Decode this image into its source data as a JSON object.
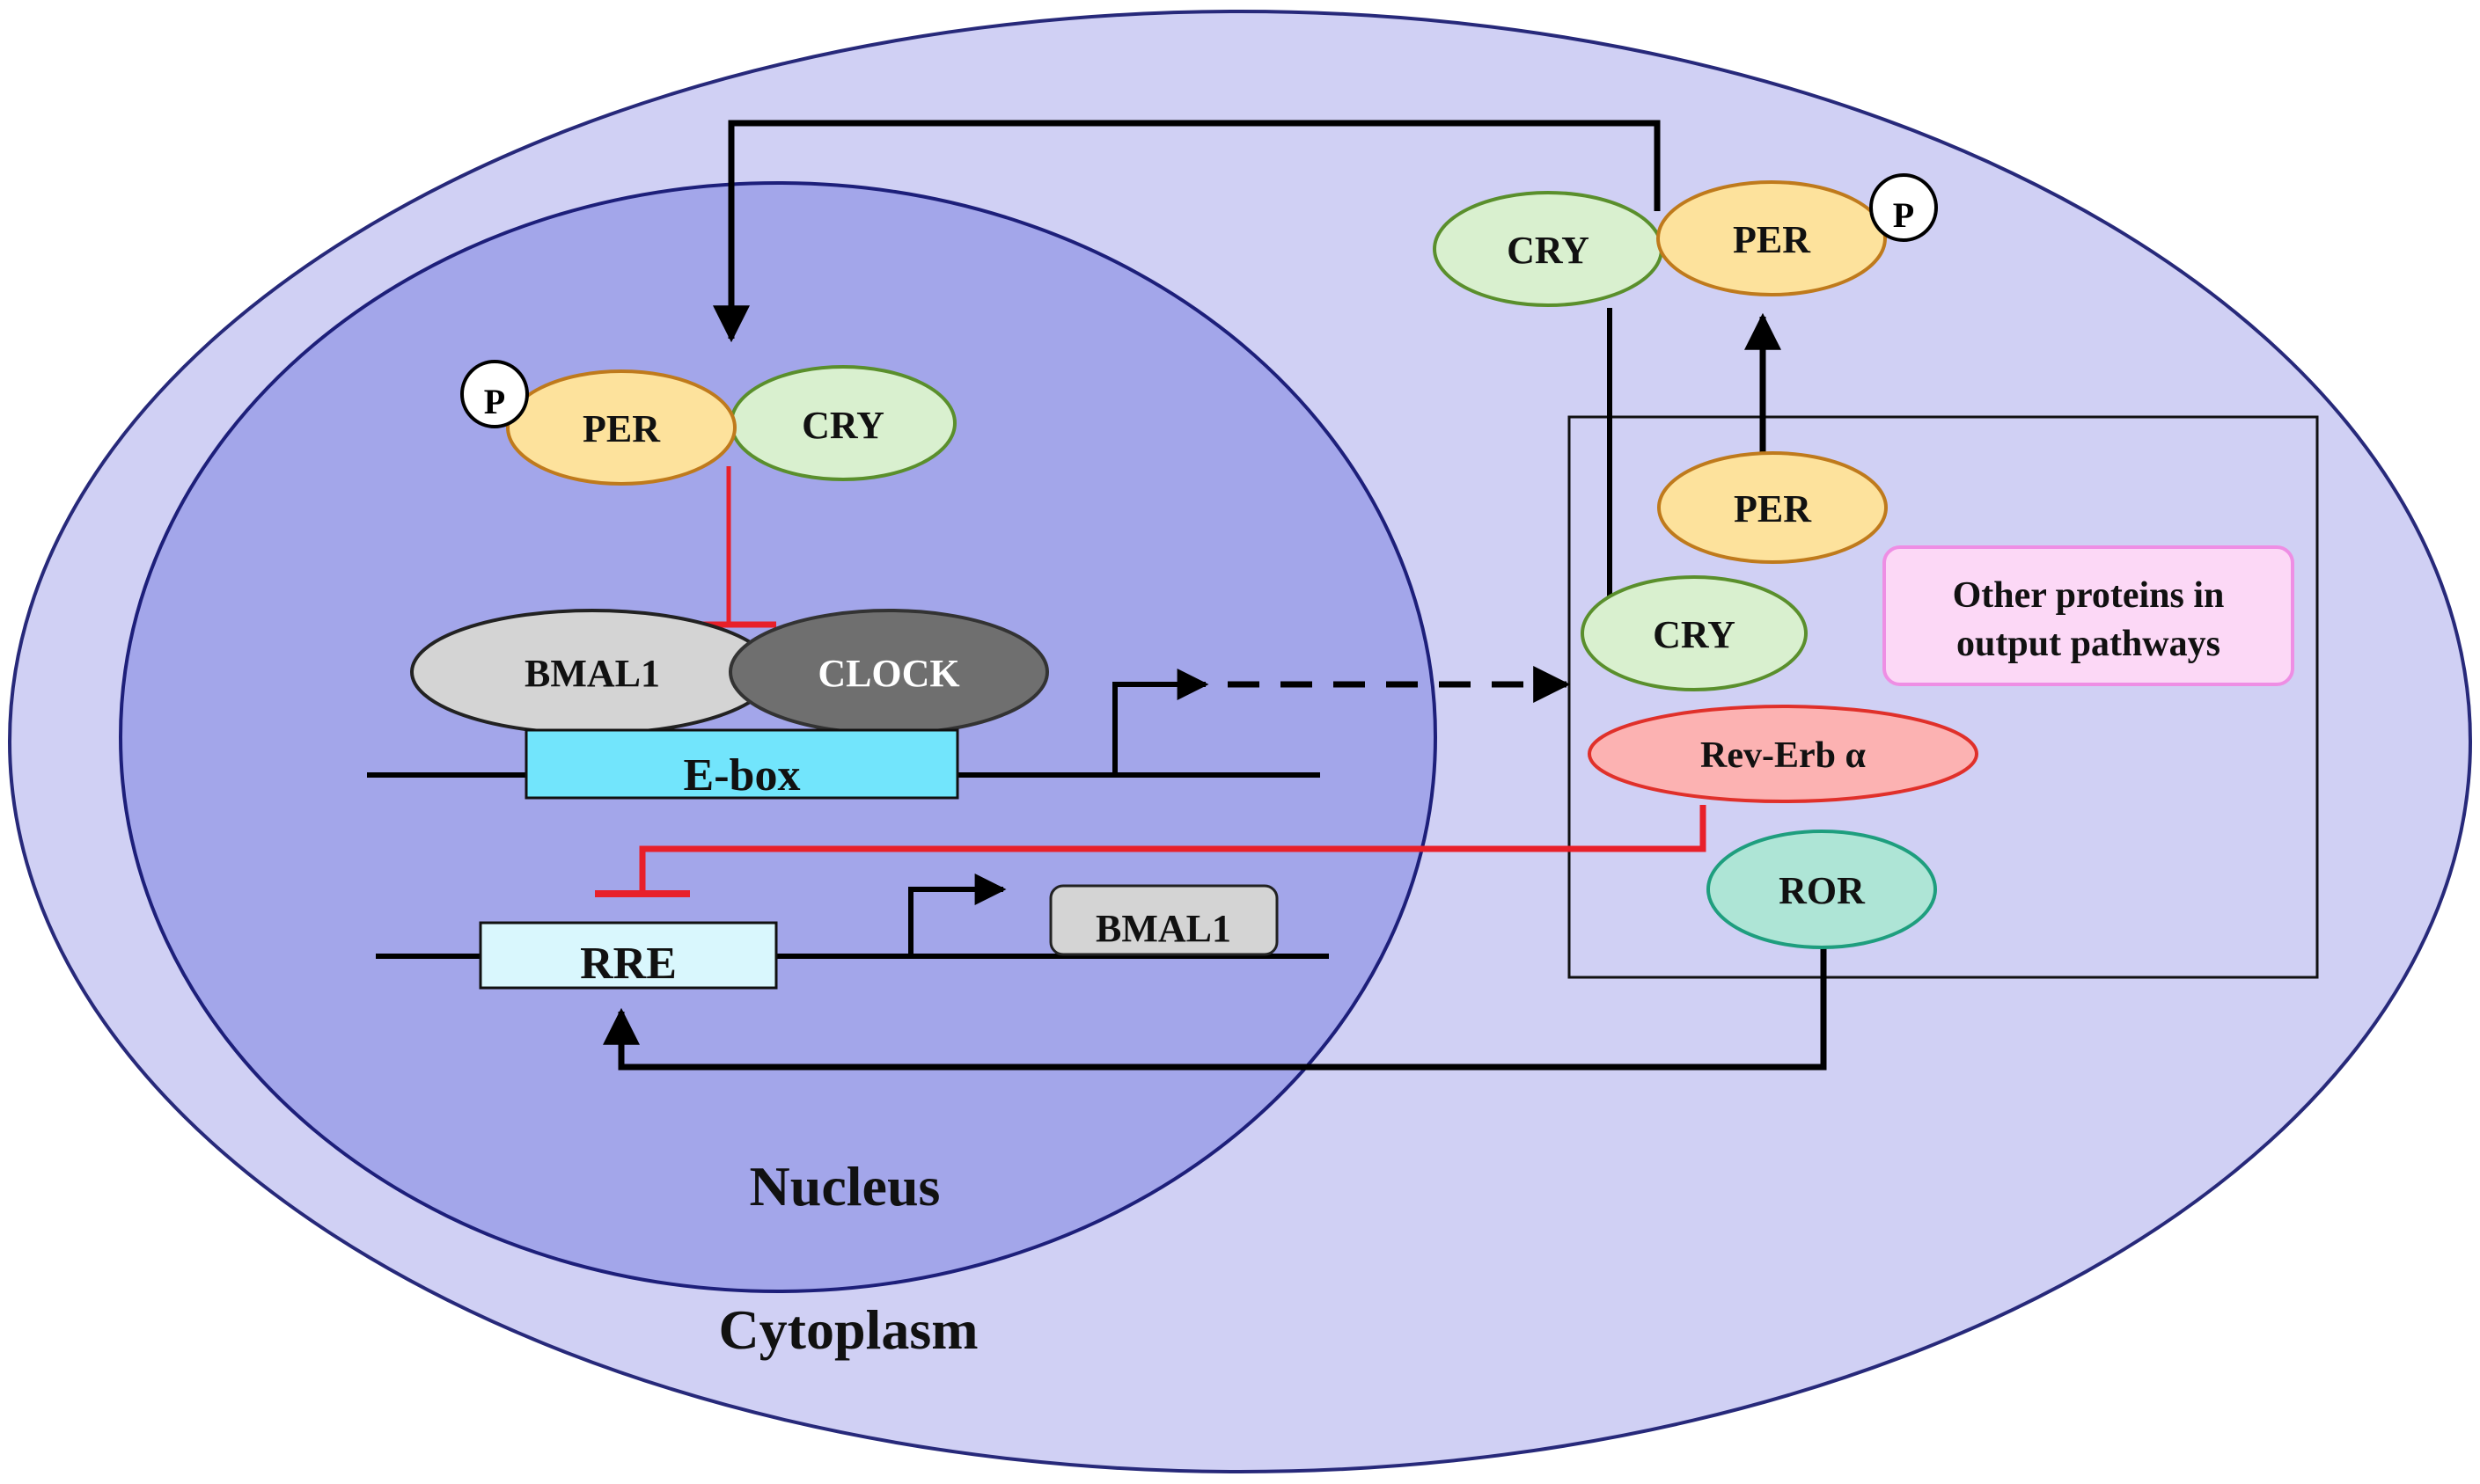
{
  "labels": {
    "cytoplasm": "Cytoplasm",
    "nucleus": "Nucleus",
    "phospho": "P",
    "nuc_per": "PER",
    "nuc_cry": "CRY",
    "bmal1_protein": "BMAL1",
    "clock_protein": "CLOCK",
    "ebox": "E-box",
    "rre": "RRE",
    "bmal1_gene": "BMAL1",
    "cyto_cry_top": "CRY",
    "cyto_per_top": "PER",
    "box_per": "PER",
    "box_cry": "CRY",
    "rev_erb": "Rev-Erb α",
    "ror": "ROR",
    "other_line1": "Other proteins in",
    "other_line2": "output pathways"
  },
  "colors": {
    "cell_fill": "#d0d0f4",
    "cell_stroke": "#27297a",
    "nucleus_fill": "#a3a6ea",
    "nucleus_stroke": "#1d1f7a",
    "per_fill": "#fde29c",
    "per_stroke": "#bf7a1c",
    "cry_fill": "#d9f0cf",
    "cry_stroke": "#5a8f2c",
    "bmal1_fill": "#d4d4d4",
    "clock_fill": "#6f6f6f",
    "ebox_fill": "#72e5fc",
    "rre_fill": "#d9f7fd",
    "rev_fill": "#fcb2b2",
    "rev_stroke": "#e0302a",
    "ror_fill": "#aee5d6",
    "ror_stroke": "#1e9e7e",
    "other_fill": "#fcd8f6",
    "other_stroke": "#ee8ee4",
    "inhibit": "#e8202a",
    "arrow": "#000000"
  }
}
